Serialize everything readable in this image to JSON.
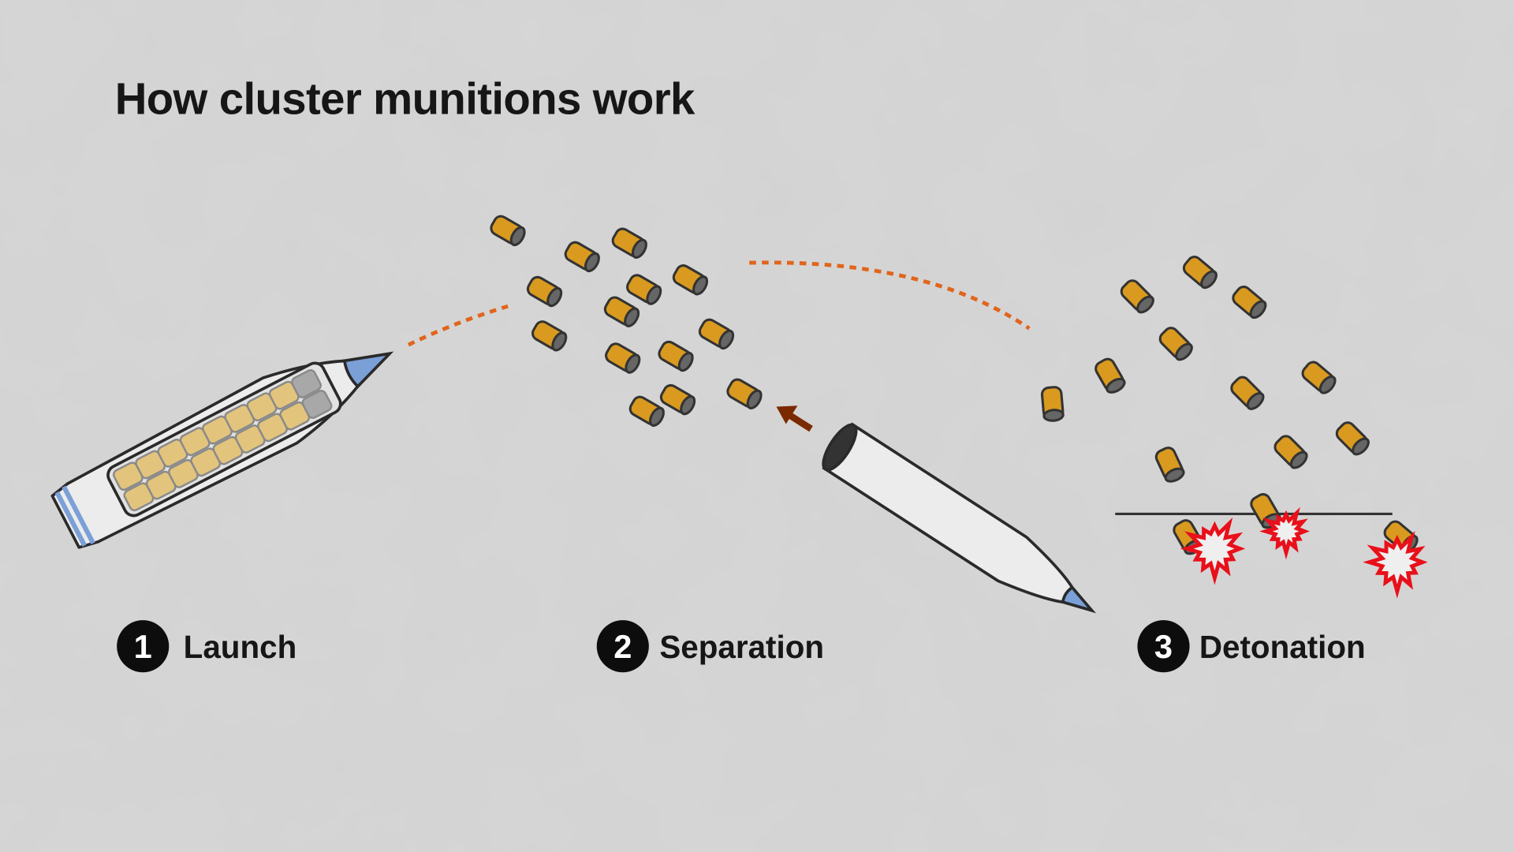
{
  "title": "How cluster munitions work",
  "steps": [
    {
      "number": "1",
      "label": "Launch"
    },
    {
      "number": "2",
      "label": "Separation"
    },
    {
      "number": "3",
      "label": "Detonation"
    }
  ],
  "colors": {
    "background": "#d7d6d6",
    "bomblet": "#d99a1f",
    "bomblet_end": "#666666",
    "shell_body": "#ececec",
    "shell_tip": "#7ba0d8",
    "trajectory": "#e0651c",
    "arrow": "#7a2a00",
    "explosion": "#e8101a"
  }
}
